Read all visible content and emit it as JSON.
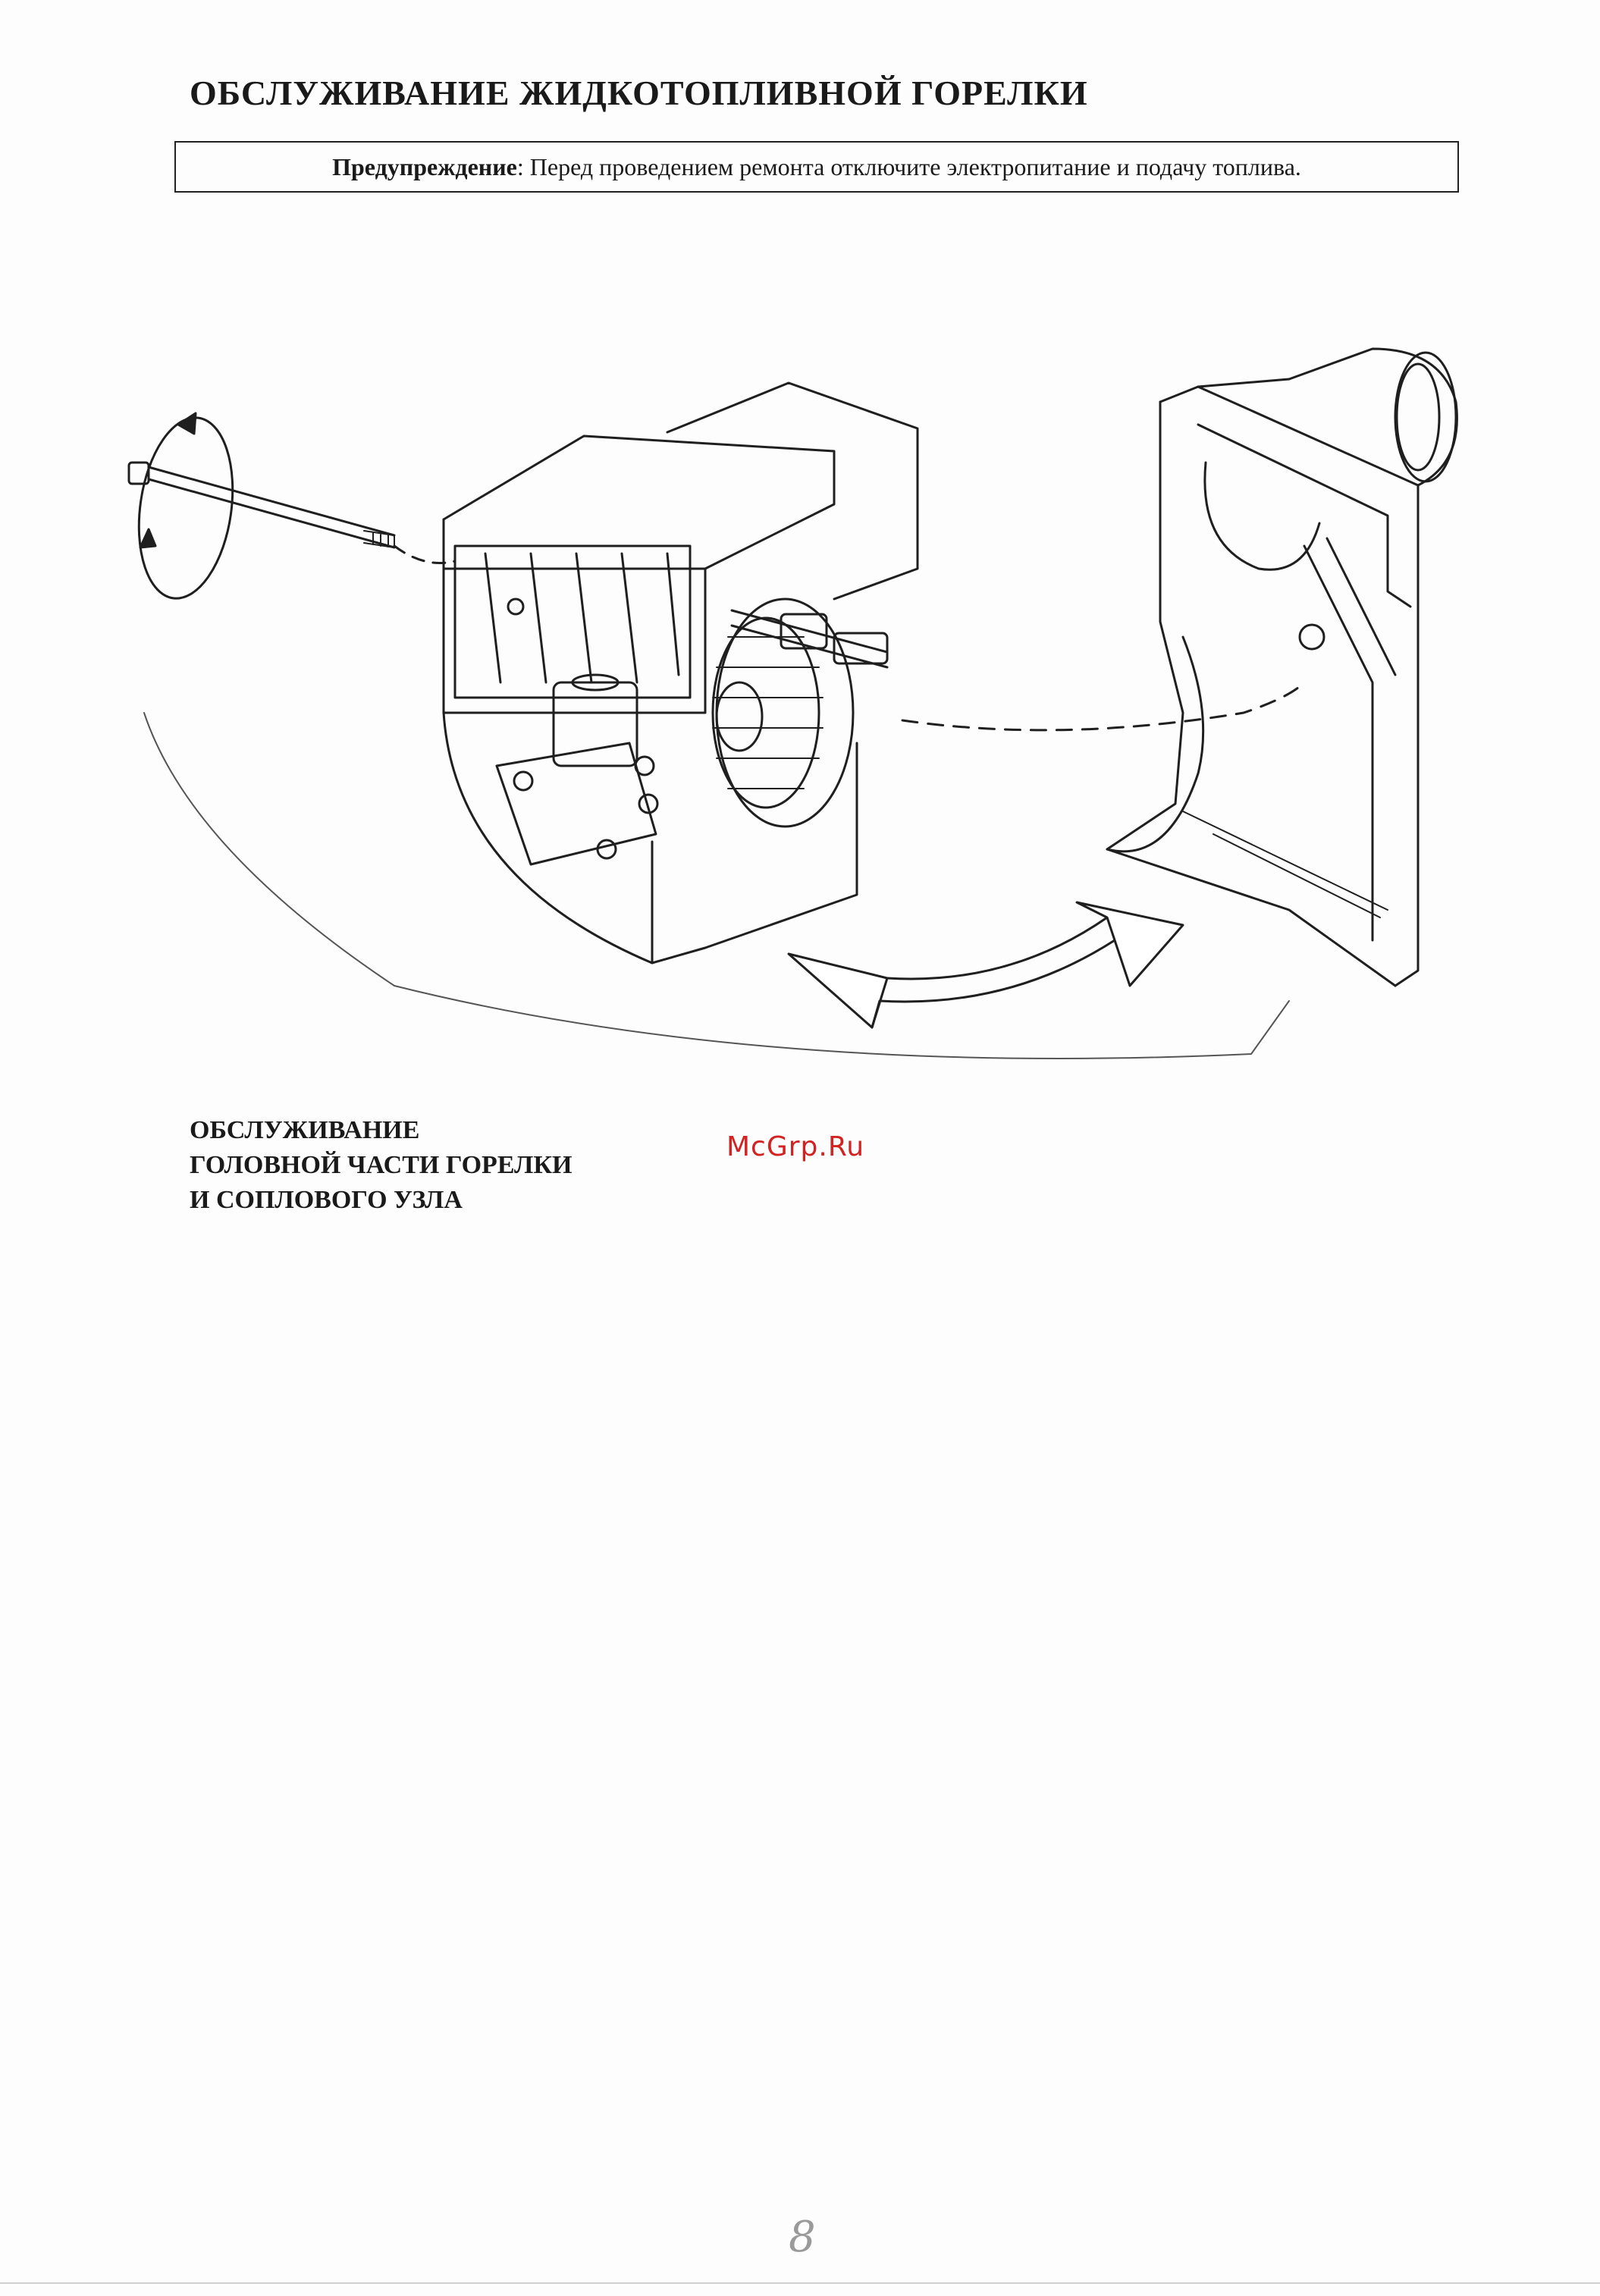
{
  "document": {
    "title": "ОБСЛУЖИВАНИЕ ЖИДКОТОПЛИВНОЙ ГОРЕЛКИ",
    "warning": {
      "label": "Предупреждение",
      "text": ": Перед проведением ремонта отключите электропитание и подачу топлива."
    },
    "section_heading": {
      "line1": "ОБСЛУЖИВАНИЕ",
      "line2": "ГОЛОВНОЙ ЧАСТИ ГОРЕЛКИ",
      "line3": "И СОПЛОВОГО УЗЛА"
    },
    "watermark": "McGrp.Ru",
    "page_number": "8"
  },
  "figure": {
    "icons": [
      "bolt-icon",
      "rotate-arrow-icon",
      "burner-body-icon",
      "burner-head-icon",
      "swing-arrow-icon"
    ],
    "line_color": "#1f1f1f"
  }
}
